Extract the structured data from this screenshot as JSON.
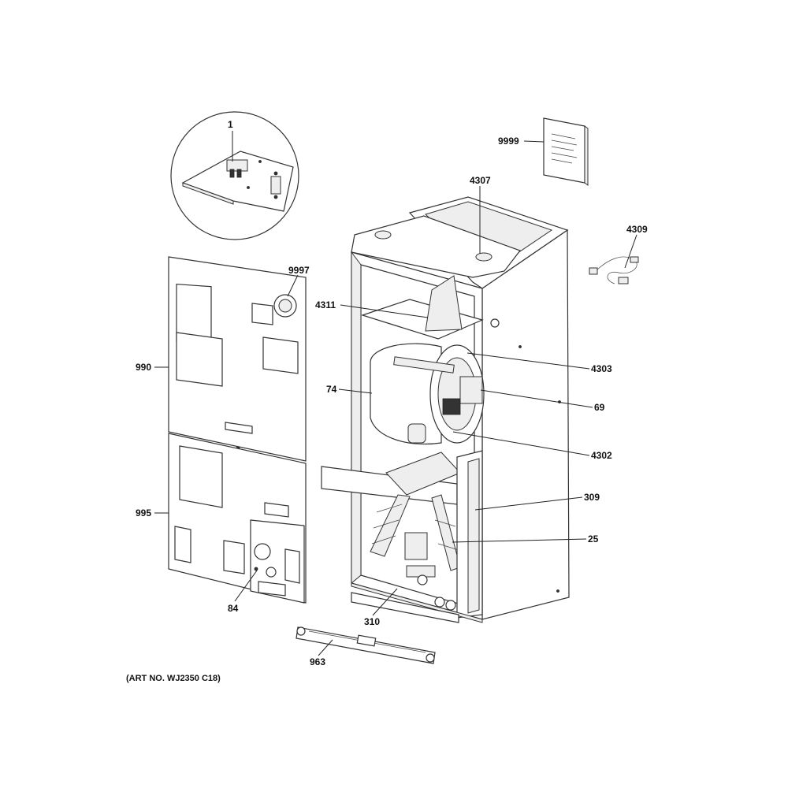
{
  "art_number": "(ART NO. WJ2350 C18)",
  "callouts": [
    {
      "id": "1",
      "label": "1"
    },
    {
      "id": "9999",
      "label": "9999"
    },
    {
      "id": "4307",
      "label": "4307"
    },
    {
      "id": "4309",
      "label": "4309"
    },
    {
      "id": "9997",
      "label": "9997"
    },
    {
      "id": "4311",
      "label": "4311"
    },
    {
      "id": "4303",
      "label": "4303"
    },
    {
      "id": "990",
      "label": "990"
    },
    {
      "id": "74",
      "label": "74"
    },
    {
      "id": "69",
      "label": "69"
    },
    {
      "id": "4302",
      "label": "4302"
    },
    {
      "id": "309",
      "label": "309"
    },
    {
      "id": "995",
      "label": "995"
    },
    {
      "id": "25",
      "label": "25"
    },
    {
      "id": "84",
      "label": "84"
    },
    {
      "id": "310",
      "label": "310"
    },
    {
      "id": "963",
      "label": "963"
    }
  ]
}
